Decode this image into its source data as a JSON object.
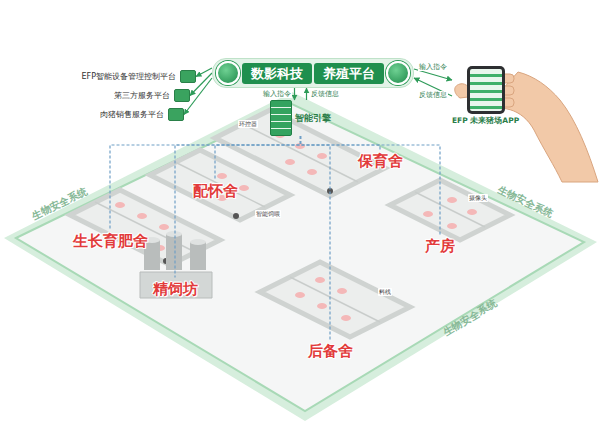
{
  "diagram": {
    "nodes": [
      {
        "text": [
          "数影科技",
          "养殖平台"
        ]
      },
      {
        "text": [
          "EFP智能设备管理控制平台"
        ]
      },
      {
        "text": [
          "第三方服务平台"
        ]
      },
      {
        "text": [
          "肉猪销售服务平台"
        ]
      },
      {
        "text": [
          "EFP 未来猪场APP"
        ]
      },
      {
        "text": [
          "智能引擎"
        ]
      },
      {
        "text": [
          "保育舍"
        ]
      },
      {
        "text": [
          "配怀舍"
        ]
      },
      {
        "text": [
          "生长育肥舍"
        ]
      },
      {
        "text": [
          "精饲坊"
        ]
      },
      {
        "text": [
          "产房"
        ]
      },
      {
        "text": [
          "后备舍"
        ]
      }
    ],
    "edges": [
      {
        "from": 0,
        "to": 1,
        "arrow": "to"
      },
      {
        "from": 0,
        "to": 2,
        "arrow": "to"
      },
      {
        "from": 0,
        "to": 3,
        "arrow": "to"
      },
      {
        "from": 0,
        "to": 4,
        "label": "输入指令",
        "arrow": "to"
      },
      {
        "from": 4,
        "to": 0,
        "label": "反馈信息",
        "arrow": "to"
      },
      {
        "from": 0,
        "to": 5,
        "label": "输入指令",
        "arrow": "to"
      },
      {
        "from": 5,
        "to": 0,
        "label": "反馈信息",
        "arrow": "to"
      },
      {
        "from": 5,
        "to": 6,
        "arrow": "none"
      },
      {
        "from": 5,
        "to": 7,
        "arrow": "none"
      },
      {
        "from": 5,
        "to": 8,
        "arrow": "none"
      },
      {
        "from": 5,
        "to": 9,
        "arrow": "none"
      },
      {
        "from": 5,
        "to": 10,
        "arrow": "none"
      },
      {
        "from": 5,
        "to": 11,
        "arrow": "none"
      }
    ],
    "labels": [
      "生物安全系统",
      "生物安全系统",
      "生物安全系统",
      "环控器",
      "智能饲喂",
      "料线",
      "摄像头"
    ]
  }
}
